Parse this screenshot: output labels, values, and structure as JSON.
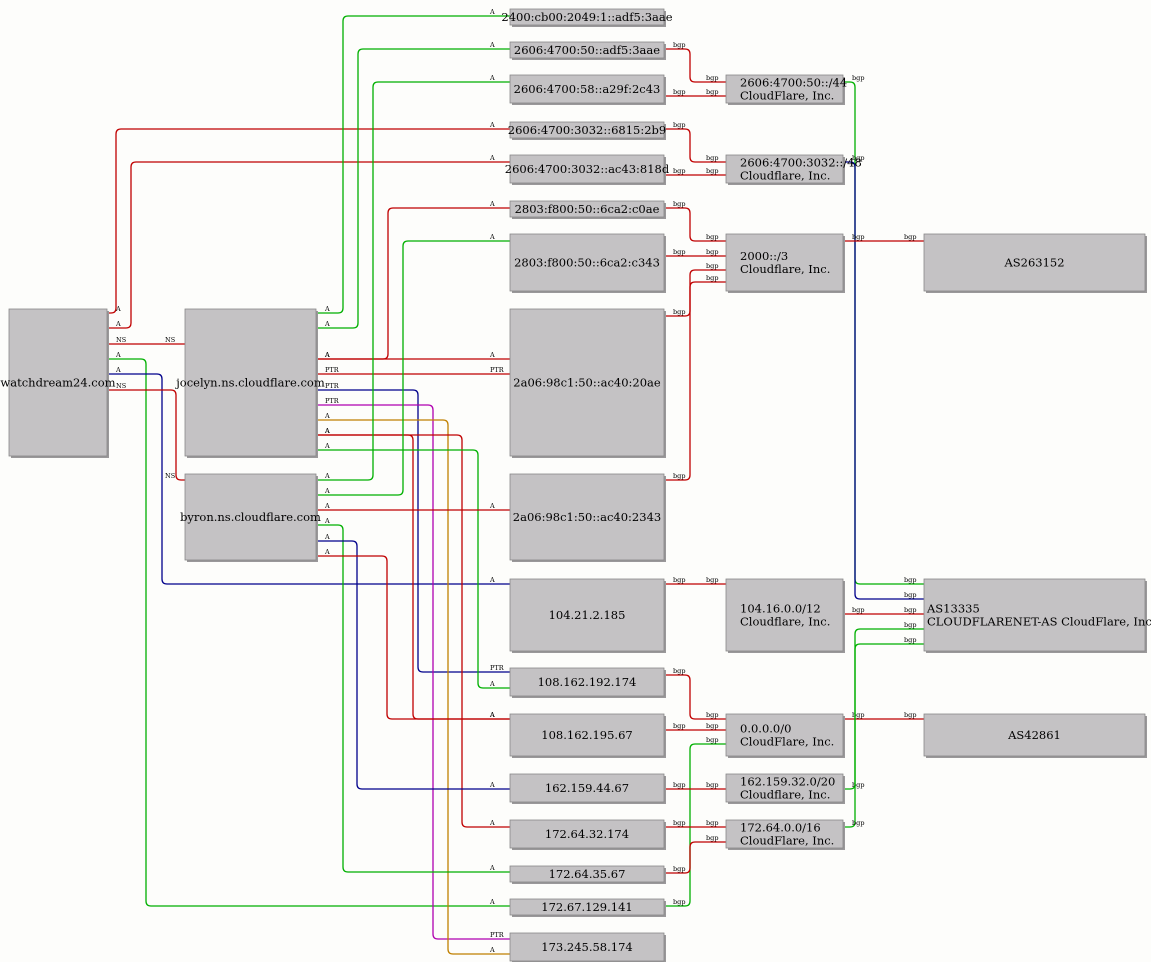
{
  "colors": {
    "red": "#c00000",
    "green": "#00b000",
    "blue": "#00008b",
    "magenta": "#b000b0",
    "orange": "#c08000",
    "node_fill": "#c4c2c4",
    "node_stroke": "#888888",
    "background": "#fdfdfb"
  },
  "nodes": [
    {
      "id": "watchdream",
      "lines": [
        "watchdream24.com"
      ]
    },
    {
      "id": "jocelyn",
      "lines": [
        "jocelyn.ns.cloudflare.com"
      ]
    },
    {
      "id": "byron",
      "lines": [
        "byron.ns.cloudflare.com"
      ]
    },
    {
      "id": "ip6a",
      "lines": [
        "2400:cb00:2049:1::adf5:3aae"
      ]
    },
    {
      "id": "ip6b",
      "lines": [
        "2606:4700:50::adf5:3aae"
      ]
    },
    {
      "id": "ip6c",
      "lines": [
        "2606:4700:58::a29f:2c43"
      ]
    },
    {
      "id": "ip6d",
      "lines": [
        "2606:4700:3032::6815:2b9"
      ]
    },
    {
      "id": "ip6e",
      "lines": [
        "2606:4700:3032::ac43:818d"
      ]
    },
    {
      "id": "ip6f",
      "lines": [
        "2803:f800:50::6ca2:c0ae"
      ]
    },
    {
      "id": "ip6g",
      "lines": [
        "2803:f800:50::6ca2:c343"
      ]
    },
    {
      "id": "ip6h",
      "lines": [
        "2a06:98c1:50::ac40:20ae"
      ]
    },
    {
      "id": "ip6i",
      "lines": [
        "2a06:98c1:50::ac40:2343"
      ]
    },
    {
      "id": "ip4a",
      "lines": [
        "104.21.2.185"
      ]
    },
    {
      "id": "ip4b",
      "lines": [
        "108.162.192.174"
      ]
    },
    {
      "id": "ip4c",
      "lines": [
        "108.162.195.67"
      ]
    },
    {
      "id": "ip4d",
      "lines": [
        "162.159.44.67"
      ]
    },
    {
      "id": "ip4e",
      "lines": [
        "172.64.32.174"
      ]
    },
    {
      "id": "ip4f",
      "lines": [
        "172.64.35.67"
      ]
    },
    {
      "id": "ip4g",
      "lines": [
        "172.67.129.141"
      ]
    },
    {
      "id": "ip4h",
      "lines": [
        "173.245.58.174"
      ]
    },
    {
      "id": "pfx1",
      "lines": [
        "2606:4700:50::/44",
        "CloudFlare, Inc."
      ]
    },
    {
      "id": "pfx2",
      "lines": [
        "2606:4700:3032::/48",
        "Cloudflare, Inc."
      ]
    },
    {
      "id": "pfx3",
      "lines": [
        "2000::/3",
        "Cloudflare, Inc."
      ]
    },
    {
      "id": "pfx4",
      "lines": [
        "104.16.0.0/12",
        "Cloudflare, Inc."
      ]
    },
    {
      "id": "pfx5",
      "lines": [
        "0.0.0.0/0",
        "CloudFlare, Inc."
      ]
    },
    {
      "id": "pfx6",
      "lines": [
        "162.159.32.0/20",
        "Cloudflare, Inc."
      ]
    },
    {
      "id": "pfx7",
      "lines": [
        "172.64.0.0/16",
        "CloudFlare, Inc."
      ]
    },
    {
      "id": "as263152",
      "lines": [
        "AS263152"
      ]
    },
    {
      "id": "as13335",
      "lines": [
        "AS13335",
        "CLOUDFLARENET-AS CloudFlare, Inc."
      ]
    },
    {
      "id": "as42861",
      "lines": [
        "AS42861"
      ]
    }
  ],
  "edges": [
    {
      "from": "watchdream",
      "to": "ip6d",
      "label": "A",
      "color": "red"
    },
    {
      "from": "watchdream",
      "to": "ip6e",
      "label": "A",
      "color": "red"
    },
    {
      "from": "watchdream",
      "to": "jocelyn",
      "label": "NS",
      "color": "red"
    },
    {
      "from": "watchdream",
      "to": "ip4g",
      "label": "A",
      "color": "green"
    },
    {
      "from": "watchdream",
      "to": "ip4a",
      "label": "A",
      "color": "blue"
    },
    {
      "from": "watchdream",
      "to": "byron",
      "label": "NS",
      "color": "red"
    },
    {
      "from": "jocelyn",
      "to": "ip6a",
      "label": "A",
      "color": "green"
    },
    {
      "from": "jocelyn",
      "to": "ip6b",
      "label": "A",
      "color": "green"
    },
    {
      "from": "jocelyn",
      "to": "ip6f",
      "label": "A",
      "color": "red"
    },
    {
      "from": "jocelyn",
      "to": "ip6h",
      "label": "A",
      "color": "red"
    },
    {
      "from": "jocelyn",
      "to": "ip6h",
      "label": "PTR",
      "color": "red"
    },
    {
      "from": "jocelyn",
      "to": "ip4b",
      "label": "PTR",
      "color": "blue"
    },
    {
      "from": "jocelyn",
      "to": "ip4h",
      "label": "PTR",
      "color": "magenta"
    },
    {
      "from": "jocelyn",
      "to": "ip4h",
      "label": "A",
      "color": "orange"
    },
    {
      "from": "jocelyn",
      "to": "ip4e",
      "label": "A",
      "color": "red"
    },
    {
      "from": "jocelyn",
      "to": "ip4c",
      "label": "A",
      "color": "red"
    },
    {
      "from": "jocelyn",
      "to": "ip4b",
      "label": "A",
      "color": "green"
    },
    {
      "from": "byron",
      "to": "ip6c",
      "label": "A",
      "color": "green"
    },
    {
      "from": "byron",
      "to": "ip6g",
      "label": "A",
      "color": "green"
    },
    {
      "from": "byron",
      "to": "ip6i",
      "label": "A",
      "color": "red"
    },
    {
      "from": "byron",
      "to": "ip4f",
      "label": "A",
      "color": "green"
    },
    {
      "from": "byron",
      "to": "ip4d",
      "label": "A",
      "color": "blue"
    },
    {
      "from": "byron",
      "to": "ip4c",
      "label": "A",
      "color": "red"
    },
    {
      "from": "ip6b",
      "to": "pfx1",
      "label": "bgp",
      "color": "red"
    },
    {
      "from": "ip6c",
      "to": "pfx1",
      "label": "bgp",
      "color": "red"
    },
    {
      "from": "ip6d",
      "to": "pfx2",
      "label": "bgp",
      "color": "red"
    },
    {
      "from": "ip6e",
      "to": "pfx2",
      "label": "bgp",
      "color": "red"
    },
    {
      "from": "ip6f",
      "to": "pfx3",
      "label": "bgp",
      "color": "red"
    },
    {
      "from": "ip6g",
      "to": "pfx3",
      "label": "bgp",
      "color": "red"
    },
    {
      "from": "ip6h",
      "to": "pfx3",
      "label": "bgp",
      "color": "red"
    },
    {
      "from": "ip6i",
      "to": "pfx3",
      "label": "bgp",
      "color": "red"
    },
    {
      "from": "ip4a",
      "to": "pfx4",
      "label": "bgp",
      "color": "red"
    },
    {
      "from": "ip4b",
      "to": "pfx5",
      "label": "bgp",
      "color": "red"
    },
    {
      "from": "ip4c",
      "to": "pfx5",
      "label": "bgp",
      "color": "red"
    },
    {
      "from": "ip4g",
      "to": "pfx5",
      "label": "bgp",
      "color": "green"
    },
    {
      "from": "ip4d",
      "to": "pfx6",
      "label": "bgp",
      "color": "red"
    },
    {
      "from": "ip4e",
      "to": "pfx7",
      "label": "bgp",
      "color": "red"
    },
    {
      "from": "ip4f",
      "to": "pfx7",
      "label": "bgp",
      "color": "red"
    },
    {
      "from": "pfx1",
      "to": "as13335",
      "label": "bgp",
      "color": "green"
    },
    {
      "from": "pfx2",
      "to": "as13335",
      "label": "bgp",
      "color": "blue"
    },
    {
      "from": "pfx3",
      "to": "as263152",
      "label": "bgp",
      "color": "red"
    },
    {
      "from": "pfx4",
      "to": "as13335",
      "label": "bgp",
      "color": "red"
    },
    {
      "from": "pfx5",
      "to": "as42861",
      "label": "bgp",
      "color": "red"
    },
    {
      "from": "pfx6",
      "to": "as13335",
      "label": "bgp",
      "color": "green"
    },
    {
      "from": "pfx7",
      "to": "as13335",
      "label": "bgp",
      "color": "green"
    }
  ]
}
